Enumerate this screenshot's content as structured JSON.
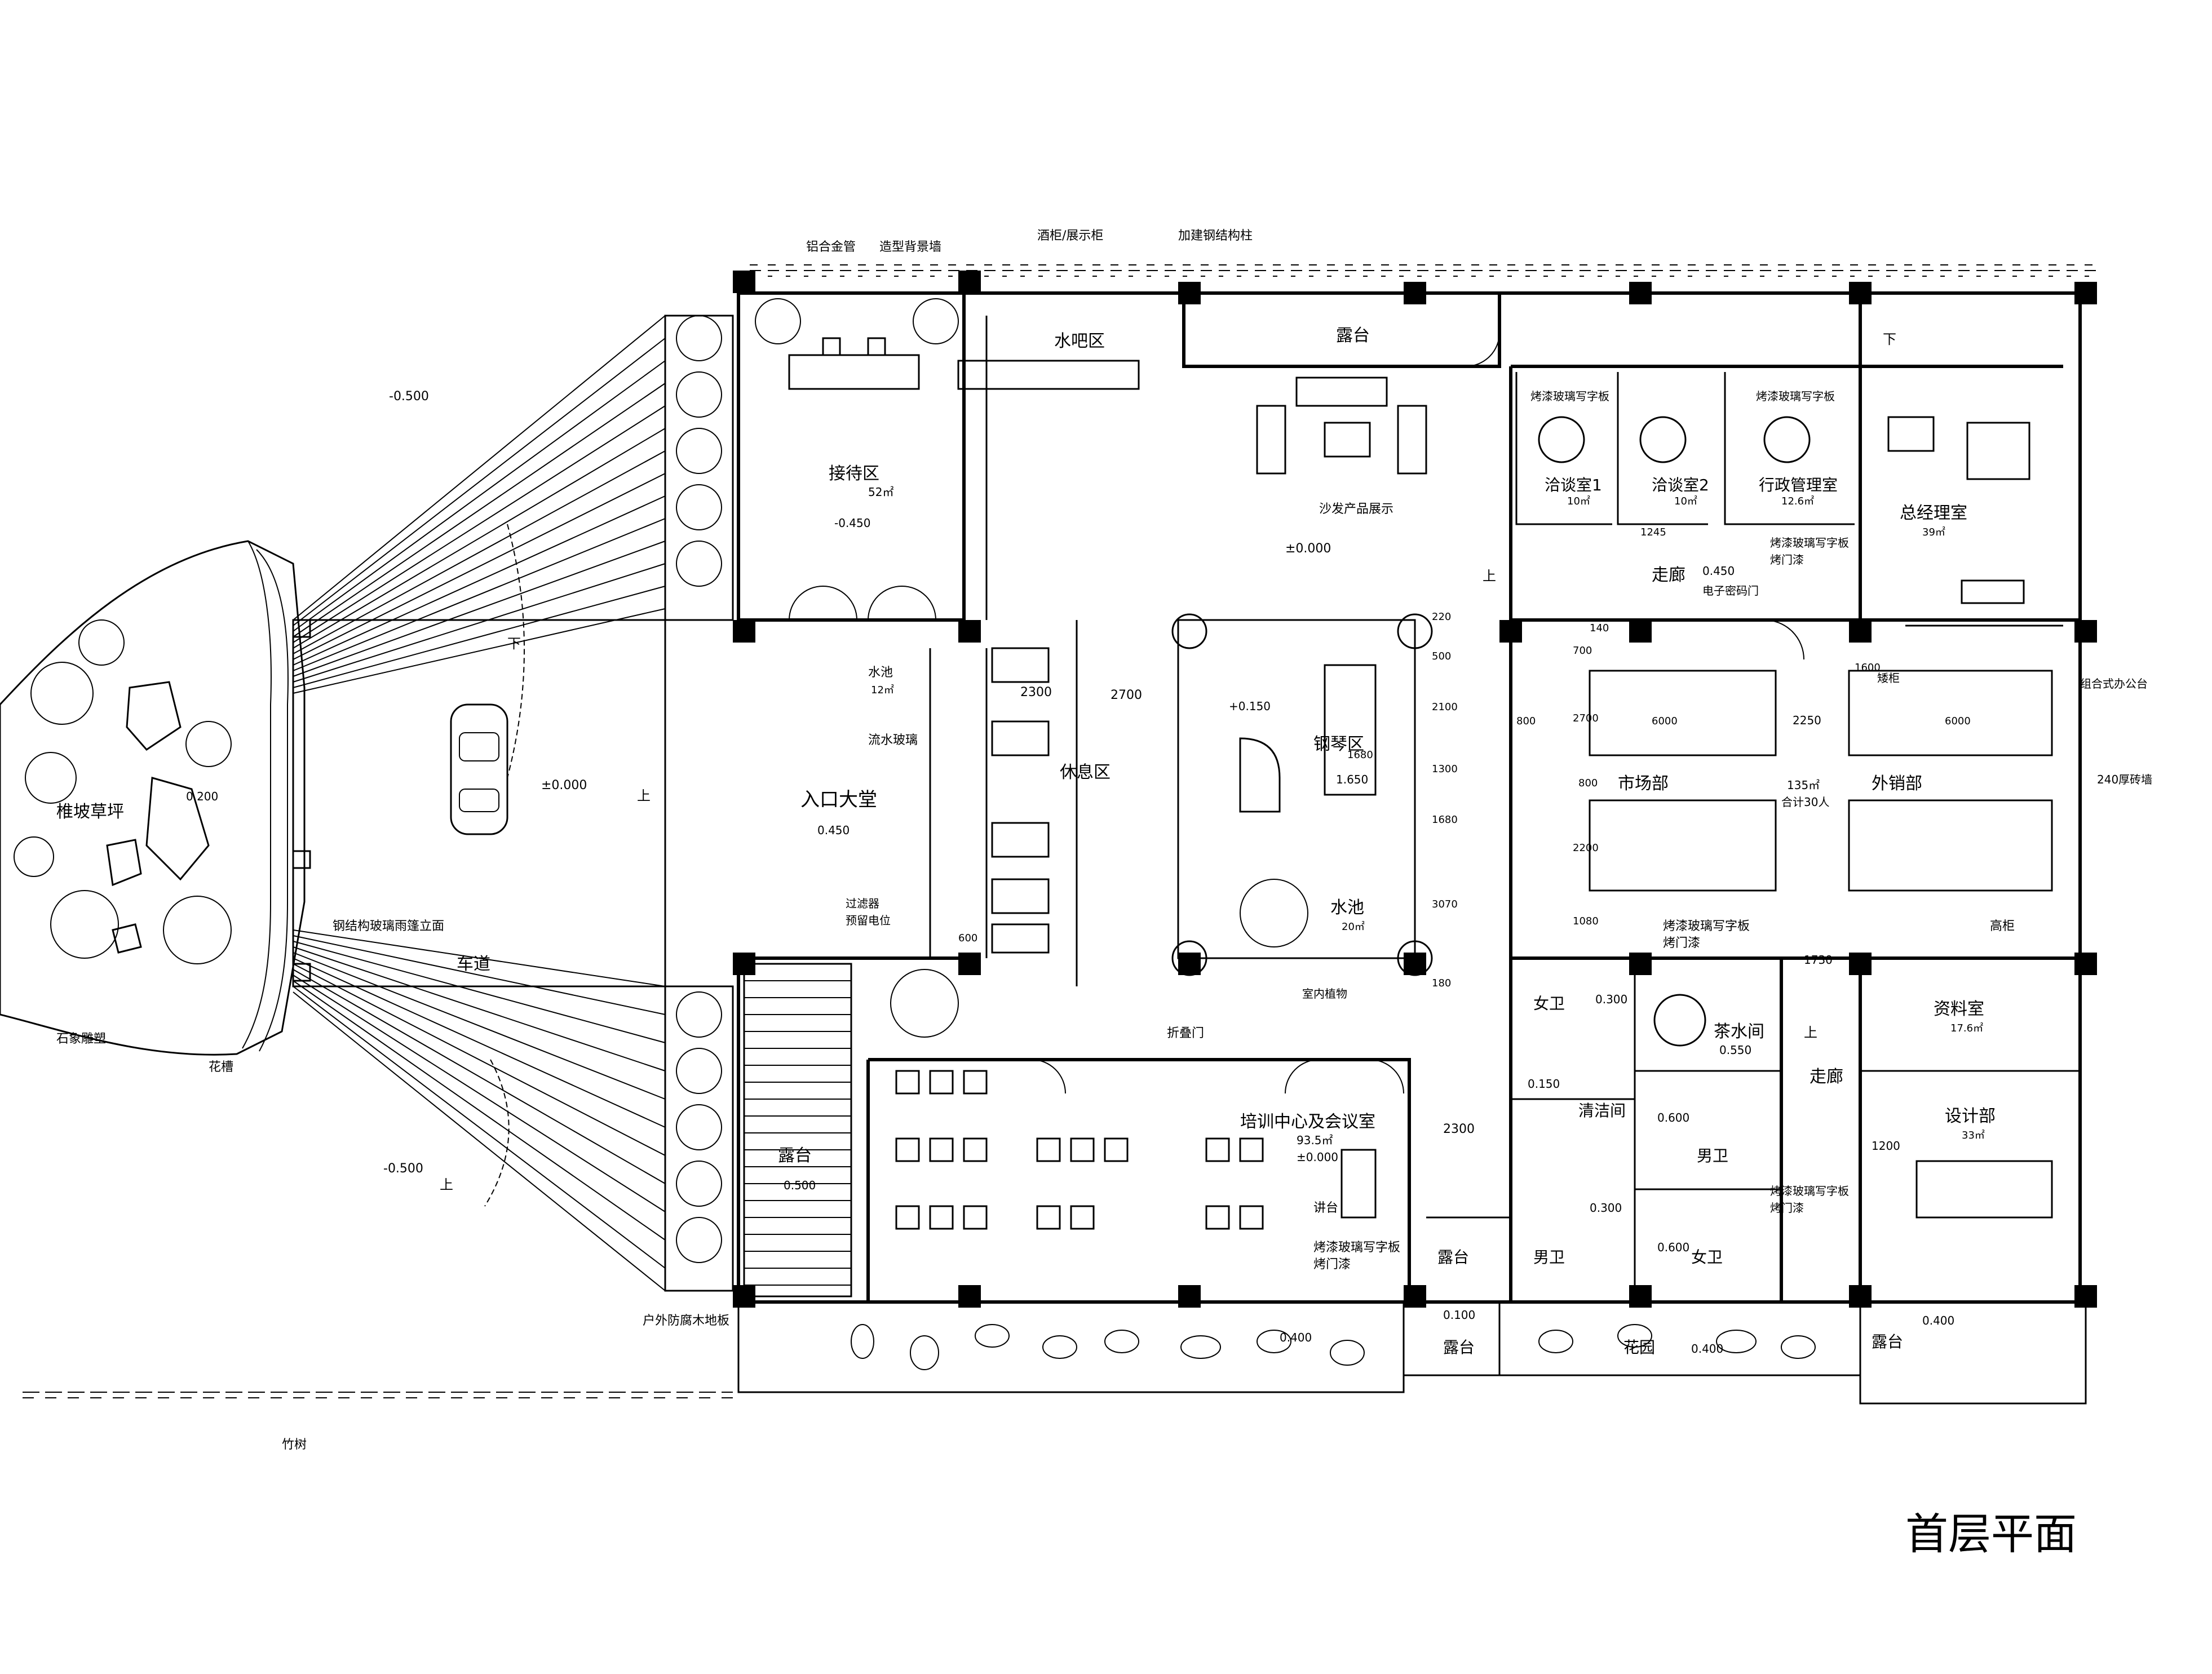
{
  "title": "首层平面",
  "rooms": {
    "reception": "接待区",
    "reception_area": "52㎡",
    "reception_level": "-0.450",
    "waterbar": "水吧区",
    "terrace_top": "露台",
    "sofa": "沙发产品展示",
    "level_main": "±0.000",
    "talk1": "洽谈室1",
    "talk1_area": "10㎡",
    "talk2": "洽谈室2",
    "talk2_area": "10㎡",
    "admin": "行政管理室",
    "admin_area": "12.6㎡",
    "gm": "总经理室",
    "gm_area": "39㎡",
    "corridor": "走廊",
    "corridor_level": "0.450",
    "edoor": "电子密码门",
    "lobby": "入口大堂",
    "lobby_level": "0.450",
    "pool": "水池",
    "pool_area": "12㎡",
    "waterfall": "流水玻璃",
    "rest": "休息区",
    "filter": "过滤器",
    "socket": "预留电位",
    "piano": "钢琴区",
    "piano_level": "+0.150",
    "piano_level2": "1.650",
    "pool2": "水池",
    "pool2_area": "20㎡",
    "indoor_plant": "室内植物",
    "market": "市场部",
    "sales": "外销部",
    "office_area": "135㎡",
    "office_total": "合计30人",
    "office_combo": "组合式办公台",
    "wall240": "240厚砖墙",
    "low_cabinet": "矮柜",
    "high_cabinet": "高柜",
    "female_wc": "女卫",
    "male_wc": "男卫",
    "tea": "茶水间",
    "tea_level": "0.550",
    "cleaning": "清洁间",
    "archive": "资料室",
    "archive_area": "17.6㎡",
    "corridor2": "走廊",
    "design": "设计部",
    "design_area": "33㎡",
    "training": "培训中心及会议室",
    "training_area": "93.5㎡",
    "training_level": "±0.000",
    "lectern": "讲台",
    "fold_door": "折叠门",
    "paint_board": "烤漆玻璃写字板",
    "paint_door": "烤门漆",
    "terrace_b1": "露台",
    "terrace_b2": "露台",
    "terrace_b3": "露台",
    "terrace_left": "露台",
    "terrace_left_level": "0.500",
    "flower_area": "花园",
    "driveway": "车道",
    "slope": "椎坡草坪",
    "rock": "石象雕塑",
    "flower_bed": "花槽",
    "steel_glass": "钢结构玻璃雨篷立面",
    "bamboo": "竹树",
    "wood_floor": "户外防腐木地板",
    "alum_pipe": "铝合金管",
    "bg_wall": "造型背景墙",
    "wine": "酒柜/展示柜",
    "steel_col": "加建钢结构柱",
    "up": "上",
    "down": "下"
  },
  "levels": {
    "l_neg500a": "-0.500",
    "l_neg500b": "-0.500",
    "l_200": "0.200",
    "l_000_drive": "±0.000",
    "l_300a": "0.300",
    "l_300b": "0.300",
    "l_150": "0.150",
    "l_600a": "0.600",
    "l_600b": "0.600",
    "l_100": "0.100",
    "l_400a": "0.400",
    "l_400b": "0.400",
    "l_400c": "0.400"
  },
  "dims": {
    "d2300a": "2300",
    "d2700": "2700",
    "d1680a": "1680",
    "d6000a": "6000",
    "d6000b": "6000",
    "d2250": "2250",
    "d800a": "800",
    "d800b": "800",
    "d1245": "1245",
    "d1730": "1730",
    "d1200": "1200",
    "d2300b": "2300",
    "d600": "600",
    "d1600": "1600",
    "v220": "220",
    "v500": "500",
    "v2100": "2100",
    "v1300": "1300",
    "v1680": "1680",
    "v3070": "3070",
    "v180": "180",
    "v700": "700",
    "v140": "140",
    "v2700": "2700",
    "v2200": "2200",
    "v1080": "1080"
  }
}
